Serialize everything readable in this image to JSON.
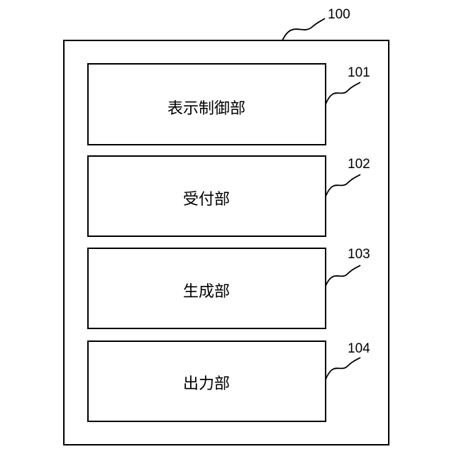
{
  "figure": {
    "outer": {
      "ref": "100"
    },
    "blocks": [
      {
        "label": "表示制御部",
        "ref": "101"
      },
      {
        "label": "受付部",
        "ref": "102"
      },
      {
        "label": "生成部",
        "ref": "103"
      },
      {
        "label": "出力部",
        "ref": "104"
      }
    ]
  }
}
